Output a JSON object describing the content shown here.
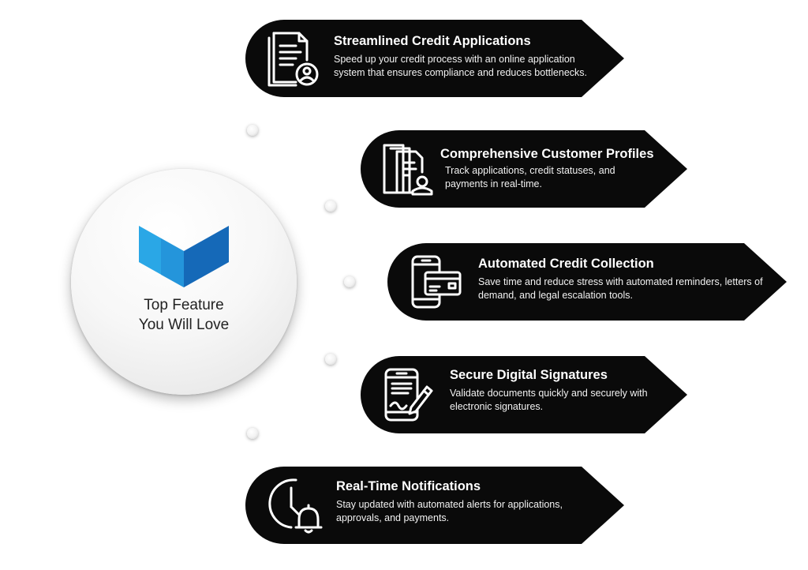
{
  "hub": {
    "title": "Top Feature\nYou Will Love",
    "logo_colors": {
      "light": "#2aa7e6",
      "dark": "#1569b8",
      "mid": "#1f86d2"
    }
  },
  "features": [
    {
      "title": "Streamlined Credit Applications",
      "description": "Speed up your credit process with an online application system that ensures compliance and reduces bottlenecks.",
      "icon": "document-user-icon"
    },
    {
      "title": "Comprehensive Customer Profiles",
      "description": "Track applications, credit statuses, and payments in real-time.",
      "icon": "stacked-documents-user-icon"
    },
    {
      "title": "Automated Credit Collection",
      "description": "Save time and reduce stress with automated reminders, letters of demand, and legal escalation tools.",
      "icon": "phone-credit-card-icon"
    },
    {
      "title": "Secure Digital Signatures",
      "description": "Validate documents quickly and securely with electronic signatures.",
      "icon": "phone-signature-pen-icon"
    },
    {
      "title": "Real-Time Notifications",
      "description": "Stay updated with automated alerts for applications, approvals, and payments.",
      "icon": "clock-bell-icon"
    }
  ],
  "colors": {
    "card_bg": "#0a0a0a",
    "card_text": "#ffffff",
    "background": "#ffffff"
  }
}
